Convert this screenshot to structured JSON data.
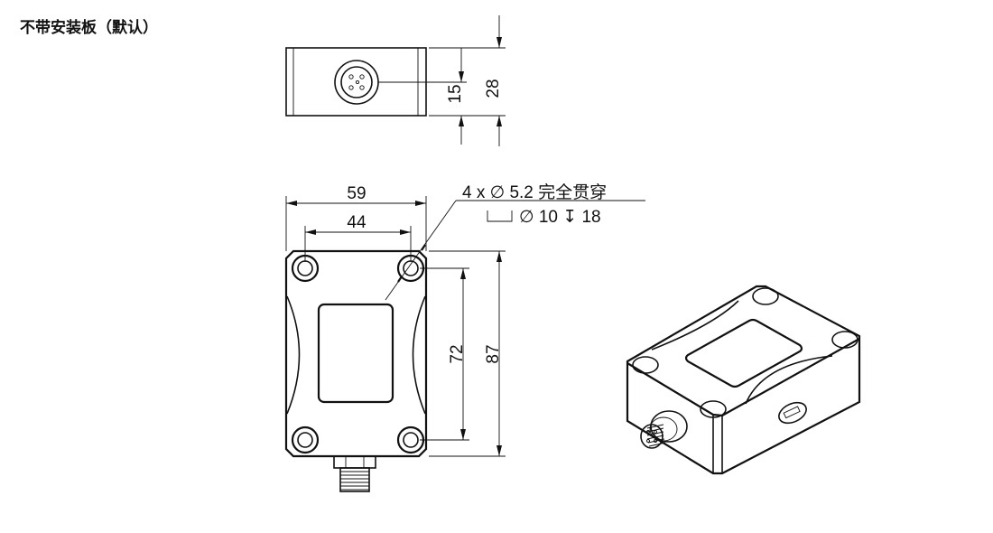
{
  "title": "不带安装板（默认）",
  "dimensions": {
    "side_connector_height": "15",
    "side_total_height": "28",
    "width_total": "59",
    "hole_spacing_x": "44",
    "hole_spacing_y": "72",
    "length_total": "87"
  },
  "hole_note": {
    "line1": "4 x ∅ 5.2 完全贯穿",
    "counterbore_symbol": "⌴",
    "line2": "∅ 10 ↧ 18"
  }
}
